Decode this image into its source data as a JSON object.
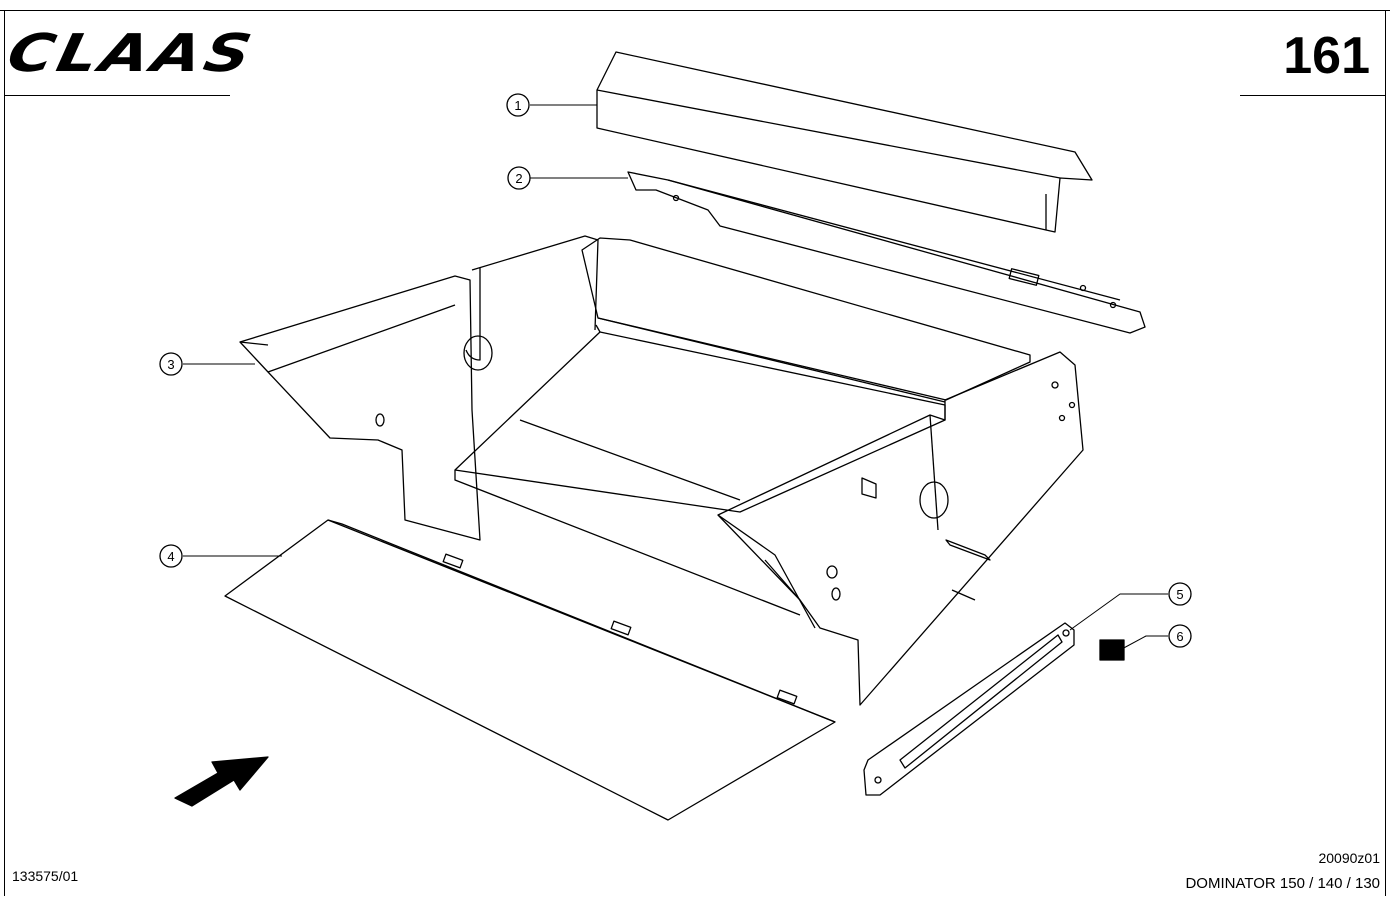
{
  "header": {
    "brand": "CLAAS",
    "page_number": "161"
  },
  "footer": {
    "drawing_number": "133575/01",
    "ref_code": "20090z01",
    "model": "DOMINATOR 150 / 140 / 130"
  },
  "callouts": [
    {
      "label": "1"
    },
    {
      "label": "2"
    },
    {
      "label": "3"
    },
    {
      "label": "4"
    },
    {
      "label": "5"
    },
    {
      "label": "6"
    }
  ]
}
